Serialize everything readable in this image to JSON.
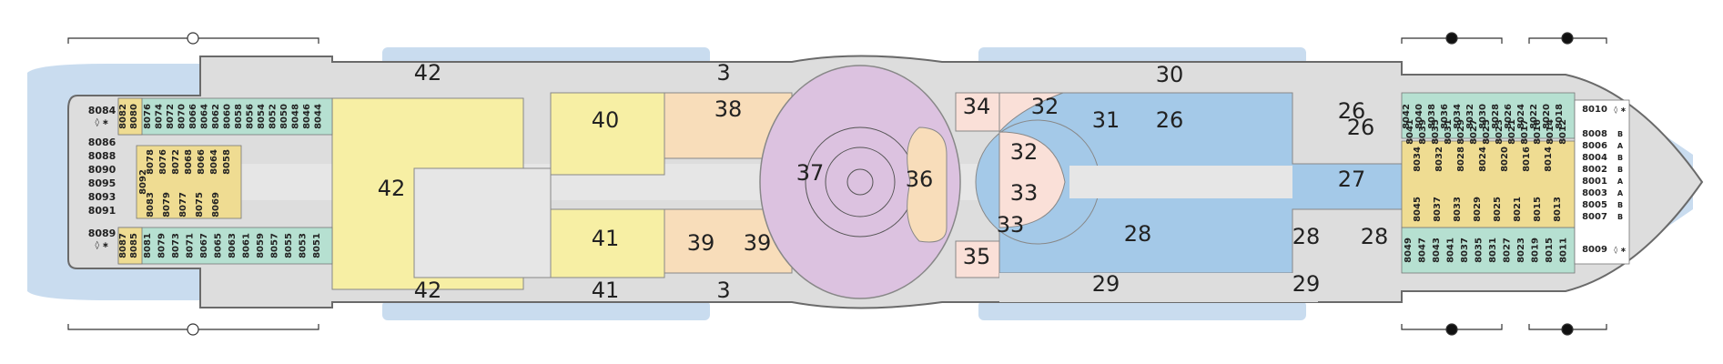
{
  "colors": {
    "water": "#c9dcef",
    "hull": "#dddddd",
    "hull_stroke": "#6a6a6a",
    "corridor": "#e6e6e6",
    "yellow": "#f7efa4",
    "orange": "#f8ddba",
    "purple": "#dcc2e0",
    "blue": "#a4c9e8",
    "peach": "#fae0d8",
    "cabin_green": "#b6e0d1",
    "cabin_gold": "#efdc92",
    "cabin_pink": "#f3d3e6",
    "cabin_white": "#ffffff"
  },
  "zones": [
    {
      "label": "42",
      "color": "yellow"
    },
    {
      "label": "42",
      "color": "yellow"
    },
    {
      "label": "42",
      "color": "yellow"
    },
    {
      "label": "40",
      "color": "yellow"
    },
    {
      "label": "41",
      "color": "yellow"
    },
    {
      "label": "41",
      "color": "yellow"
    },
    {
      "label": "3",
      "color": "corridor"
    },
    {
      "label": "3",
      "color": "corridor"
    },
    {
      "label": "38",
      "color": "orange"
    },
    {
      "label": "39",
      "color": "orange"
    },
    {
      "label": "39",
      "color": "orange"
    },
    {
      "label": "37",
      "color": "purple"
    },
    {
      "label": "36",
      "color": "orange"
    },
    {
      "label": "34",
      "color": "peach"
    },
    {
      "label": "35",
      "color": "peach"
    },
    {
      "label": "32",
      "color": "peach"
    },
    {
      "label": "32",
      "color": "peach"
    },
    {
      "label": "33",
      "color": "peach"
    },
    {
      "label": "33",
      "color": "blue"
    },
    {
      "label": "30",
      "color": "corridor"
    },
    {
      "label": "31",
      "color": "blue"
    },
    {
      "label": "26",
      "color": "blue"
    },
    {
      "label": "26",
      "color": "blue"
    },
    {
      "label": "26",
      "color": "blue"
    },
    {
      "label": "27",
      "color": "blue"
    },
    {
      "label": "28",
      "color": "blue"
    },
    {
      "label": "28",
      "color": "blue"
    },
    {
      "label": "28",
      "color": "blue"
    },
    {
      "label": "29",
      "color": "corridor"
    },
    {
      "label": "29",
      "color": "corridor"
    }
  ],
  "cabins": {
    "aft_end": [
      {
        "id": "8084",
        "sym": "◊ ∗",
        "color": "cabin_pink"
      },
      {
        "id": "8086",
        "sym": "",
        "color": "cabin_white"
      },
      {
        "id": "8088",
        "sym": "",
        "color": "cabin_white"
      },
      {
        "id": "8090",
        "sym": "",
        "color": "cabin_white"
      },
      {
        "id": "8095",
        "sym": "",
        "color": "cabin_white"
      },
      {
        "id": "8093",
        "sym": "",
        "color": "cabin_white"
      },
      {
        "id": "8091",
        "sym": "",
        "color": "cabin_white"
      },
      {
        "id": "8089",
        "sym": "◊ ∗",
        "color": "cabin_pink"
      }
    ],
    "aft_top_gold": [
      "8082",
      "8080"
    ],
    "aft_top_green": [
      "8076",
      "8074",
      "8072",
      "8070",
      "8066",
      "8064",
      "8062",
      "8060",
      "8058",
      "8056",
      "8054",
      "8052",
      "8050",
      "8048",
      "8046",
      "8044"
    ],
    "aft_mid_upper": [
      "8078",
      "8076",
      "8072",
      "8068",
      "8066",
      "8064",
      "8058"
    ],
    "aft_mid_lower": [
      "8083",
      "8079",
      "8077",
      "8075",
      "8069"
    ],
    "aft_mid_single": [
      "8092"
    ],
    "aft_bottom_gold": [
      "8087",
      "8085"
    ],
    "aft_bottom_green": [
      "8081",
      "8079",
      "8073",
      "8071",
      "8067",
      "8065",
      "8063",
      "8061",
      "8059",
      "8057",
      "8055",
      "8053",
      "8051"
    ],
    "fwd_top": [
      "8042",
      "8040",
      "8038",
      "8036",
      "8034",
      "8032",
      "8030",
      "8028",
      "8026",
      "8024",
      "8022",
      "8020",
      "8018"
    ],
    "fwd_top2": [
      "8041",
      "8039",
      "8035",
      "8031",
      "8029",
      "8027",
      "8025",
      "8023",
      "8021",
      "8017",
      "8016",
      "8014",
      "8012"
    ],
    "fwd_mid_upper": [
      "8034",
      "8032",
      "8028",
      "8024",
      "8020",
      "8016",
      "8014"
    ],
    "fwd_mid_lower": [
      "8045",
      "8037",
      "8033",
      "8029",
      "8025",
      "8021",
      "8015",
      "8013"
    ],
    "fwd_bottom": [
      "8049",
      "8047",
      "8043",
      "8041",
      "8037",
      "8035",
      "8031",
      "8027",
      "8023",
      "8019",
      "8015",
      "8011"
    ],
    "bow_stack": [
      {
        "id": "8010",
        "sym": "◊ ∗"
      },
      {
        "id": "8008",
        "sym": "B"
      },
      {
        "id": "8006",
        "sym": "A"
      },
      {
        "id": "8004",
        "sym": "B"
      },
      {
        "id": "8002",
        "sym": "B"
      },
      {
        "id": "8001",
        "sym": "A"
      },
      {
        "id": "8003",
        "sym": "A"
      },
      {
        "id": "8005",
        "sym": "B"
      },
      {
        "id": "8007",
        "sym": "B"
      },
      {
        "id": "8009",
        "sym": "◊ ∗"
      }
    ]
  }
}
